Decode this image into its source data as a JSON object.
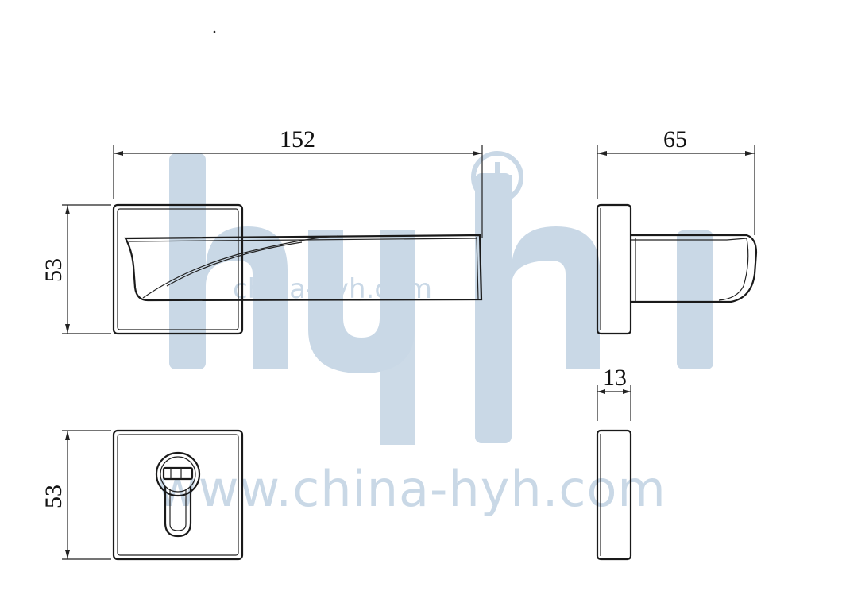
{
  "watermark": {
    "logo_letters": "hyh",
    "url_small": "china-hyh.com",
    "url_large": "www.china-hyh.com",
    "color": "#c9d8e6"
  },
  "dimensions": {
    "handle_length": "152",
    "handle_projection": "65",
    "rose_height_top": "53",
    "rose_height_bottom": "53",
    "rose_thickness": "13"
  },
  "drawing_color": "#1a1a1a"
}
